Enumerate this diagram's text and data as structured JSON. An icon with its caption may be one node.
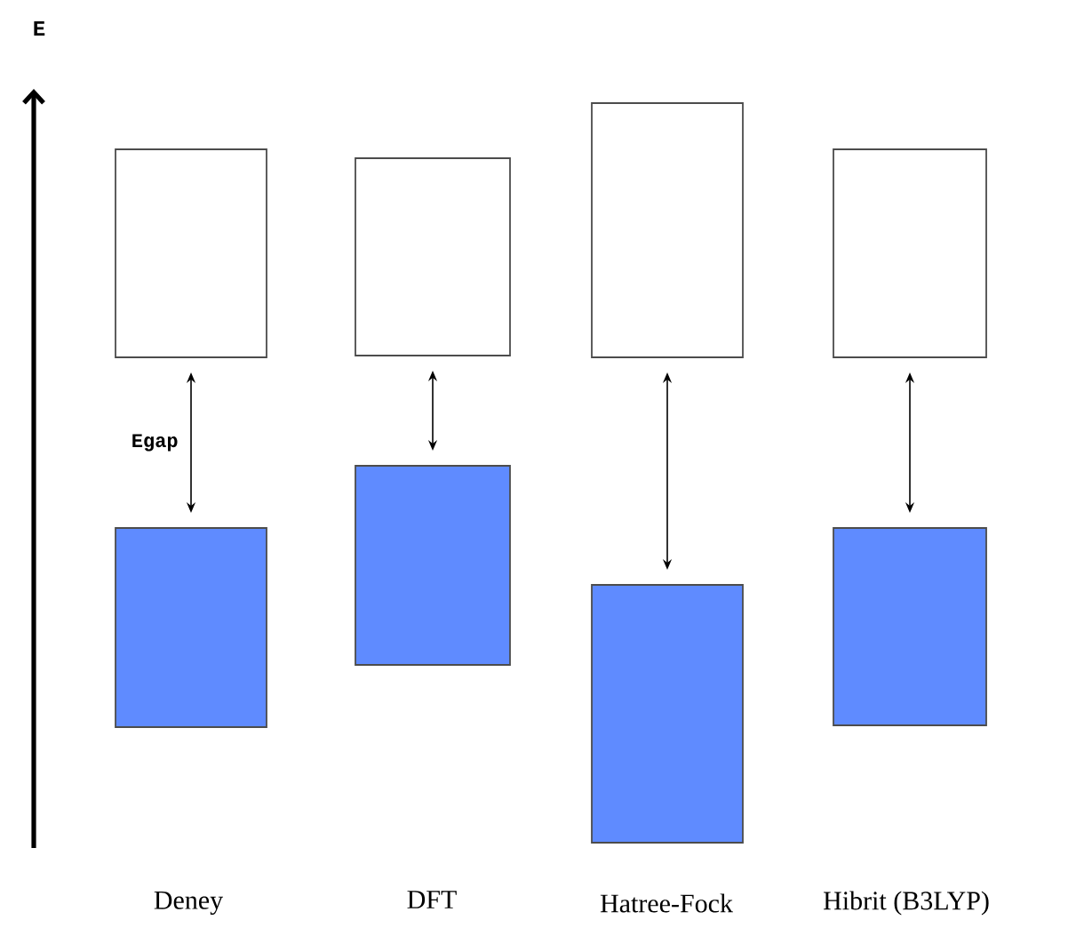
{
  "diagram": {
    "nodes": [
      {
        "text": [],
        "shape": "box"
      },
      {
        "text": [],
        "shape": "box"
      },
      {
        "text": [],
        "shape": "box"
      },
      {
        "text": [],
        "shape": "box"
      },
      {
        "text": [],
        "shape": "box"
      },
      {
        "text": [],
        "shape": "box"
      },
      {
        "text": [],
        "shape": "box"
      },
      {
        "text": [],
        "shape": "box"
      }
    ],
    "edges": [
      {
        "from": 0,
        "to": 4,
        "arrow": "both",
        "label": "Egap"
      },
      {
        "from": 1,
        "to": 5,
        "arrow": "both"
      },
      {
        "from": 2,
        "to": 6,
        "arrow": "both"
      },
      {
        "from": 3,
        "to": 7,
        "arrow": "both"
      }
    ],
    "labels": [
      "E",
      "Deney",
      "DFT",
      "Hatree-Fock",
      "Hibrit (B3LYP)"
    ]
  }
}
